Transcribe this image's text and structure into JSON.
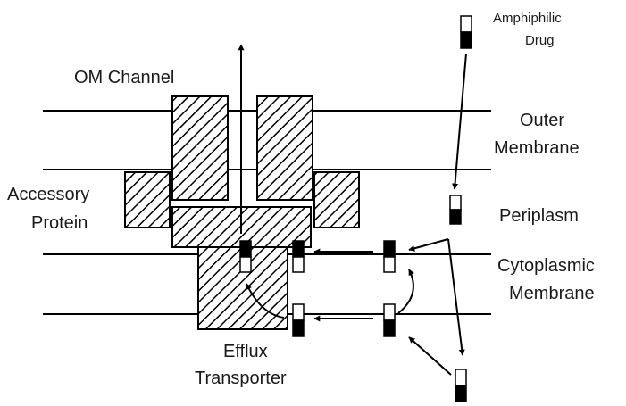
{
  "labels": {
    "amphiphilic_line1": "Amphiphilic",
    "amphiphilic_line2": "Drug",
    "om_channel": "OM Channel",
    "outer_line1": "Outer",
    "outer_line2": "Membrane",
    "accessory_line1": "Accessory",
    "accessory_line2": "Protein",
    "periplasm": "Periplasm",
    "cytoplasmic_line1": "Cytoplasmic",
    "cytoplasmic_line2": "Membrane",
    "efflux_line1": "Efflux",
    "efflux_line2": "Transporter"
  }
}
